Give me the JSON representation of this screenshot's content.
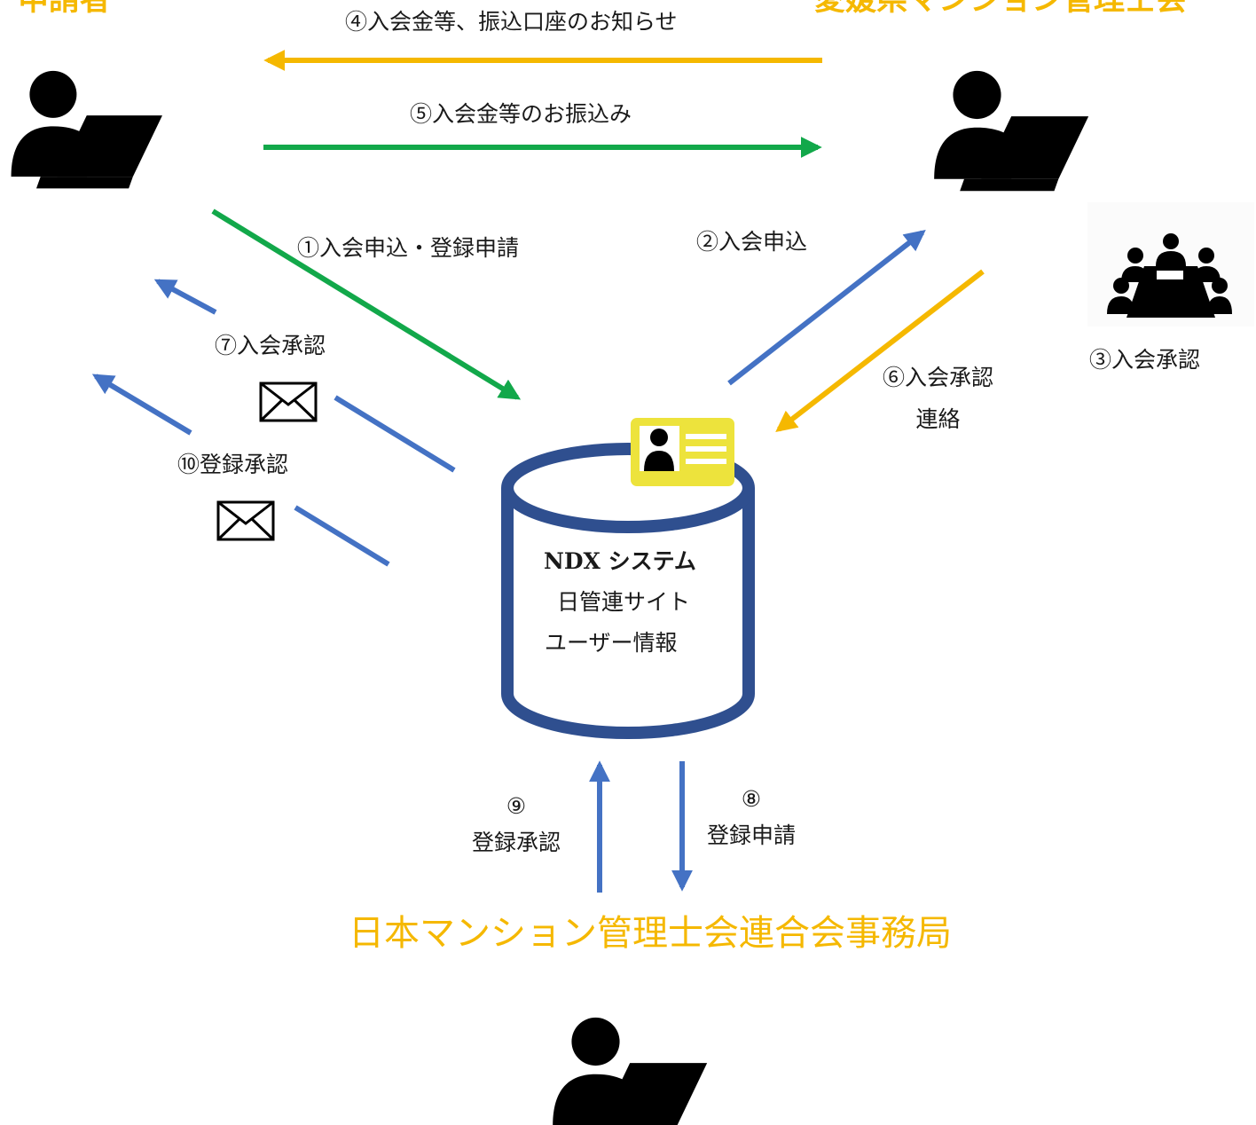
{
  "titles": {
    "applicant": "申請者",
    "association": "愛媛県マンション管理士会",
    "federation": "日本マンション管理士会連合会事務局"
  },
  "steps": {
    "s1": "①入会申込・登録申請",
    "s2": "②入会申込",
    "s3": "③入会承認",
    "s4": "④入会金等、振込口座のお知らせ",
    "s5": "⑤入会金等のお振込み",
    "s6_line1": "⑥入会承認",
    "s6_line2": "連絡",
    "s7": "⑦入会承認",
    "s8_num": "⑧",
    "s8_text": "登録申請",
    "s9_num": "⑨",
    "s9_text": "登録承認",
    "s10": "⑩登録承認"
  },
  "system": {
    "name": "NDX システム",
    "site": "日管連サイト",
    "info": "ユーザー情報"
  },
  "colors": {
    "green": "#12a84a",
    "blue": "#4472c4",
    "yellow": "#f5b800",
    "cylinder": "#2f4f8f",
    "card": "#ede33c",
    "title": "#f5b800"
  },
  "icons": {
    "applicant": "person-laptop-icon",
    "association": "person-laptop-icon",
    "meeting": "meeting-table-icon",
    "mail": "envelope-icon",
    "id_card": "id-card-icon",
    "database": "database-cylinder-icon",
    "federation": "person-laptop-icon"
  }
}
